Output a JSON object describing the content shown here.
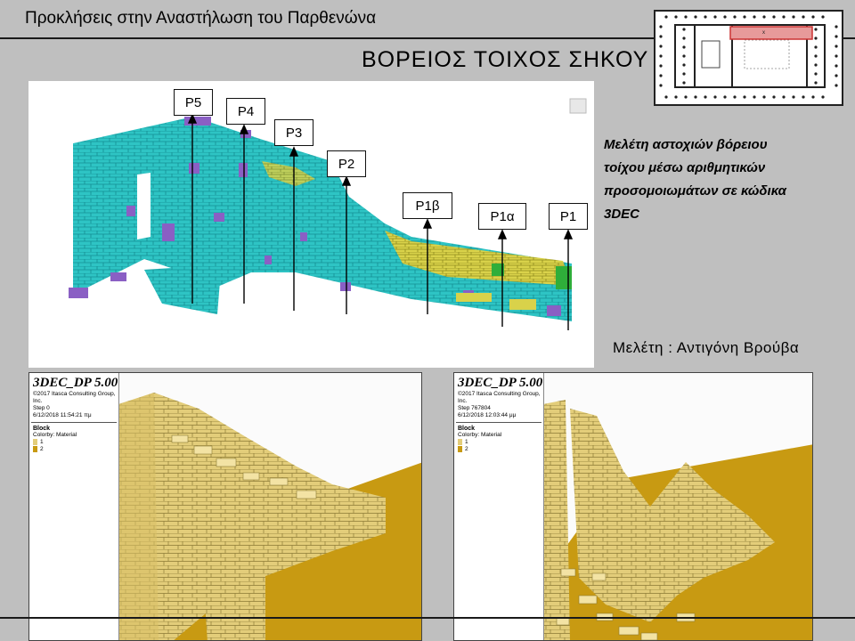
{
  "header": {
    "title": "Προκλήσεις στην Αναστήλωση του Παρθενώνα"
  },
  "section": {
    "title": "ΒΟΡΕΙΟΣ  ΤΟΙΧΟΣ  ΣΗΚΟΥ"
  },
  "plan": {
    "marker": "x"
  },
  "model": {
    "labels": [
      "P5",
      "P4",
      "P3",
      "P2",
      "P1β",
      "P1α",
      "P1"
    ],
    "colors": {
      "cyan": "#2ec4c4",
      "purple": "#8a5fc4",
      "yellow": "#d9d24a",
      "green": "#2fae3a"
    }
  },
  "description": {
    "lines": [
      "Μελέτη αστοχιών  βόρειου",
      "τοίχου μέσω αριθμητικών",
      "προσομοιωμάτων   σε κώδικα",
      "3DEC"
    ]
  },
  "author": {
    "text": "Μελέτη :  Αντιγόνη  Βρούβα"
  },
  "simulations": [
    {
      "product": "3DEC_DP 5.00",
      "copyright": "©2017 Itasca Consulting Group, Inc.",
      "step": "Step 0",
      "date": "6/12/2018 11:54:21 πμ",
      "block_title": "Block",
      "colorby": "Colorby: Material",
      "legend": [
        "1",
        "2"
      ]
    },
    {
      "product": "3DEC_DP 5.00",
      "copyright": "©2017 Itasca Consulting Group, Inc.",
      "step": "Step 767804",
      "date": "6/12/2018 12:03:44 μμ",
      "block_title": "Block",
      "colorby": "Colorby: Material",
      "legend": [
        "1",
        "2"
      ]
    }
  ]
}
